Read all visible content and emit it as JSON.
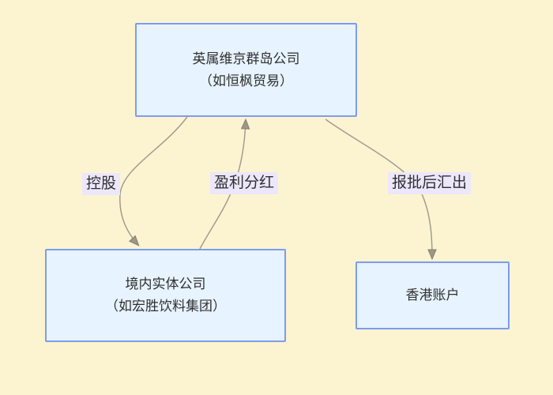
{
  "diagram": {
    "title": "",
    "nodes": {
      "bvi": {
        "line1": "英属维京群岛公司",
        "line2": "（如恒枫贸易）"
      },
      "domestic": {
        "line1": "境内实体公司",
        "line2": "（如宏胜饮料集团）"
      },
      "hk": {
        "line1": "香港账户"
      }
    },
    "edges": {
      "holding": {
        "label": "控股",
        "from": "bvi",
        "to": "domestic"
      },
      "dividend": {
        "label": "盈利分红",
        "from": "domestic",
        "to": "bvi"
      },
      "remit": {
        "label": "报批后汇出",
        "from": "bvi",
        "to": "hk"
      }
    },
    "colors": {
      "background": "#fcf4d1",
      "node_fill": "#e7f3fe",
      "node_border": "#7e9bf0",
      "edge_label_bg": "#ece7fb",
      "edge_line": "#a29c8f",
      "arrowhead_fill": "#9e9786",
      "text": "#2f2f2f"
    }
  }
}
